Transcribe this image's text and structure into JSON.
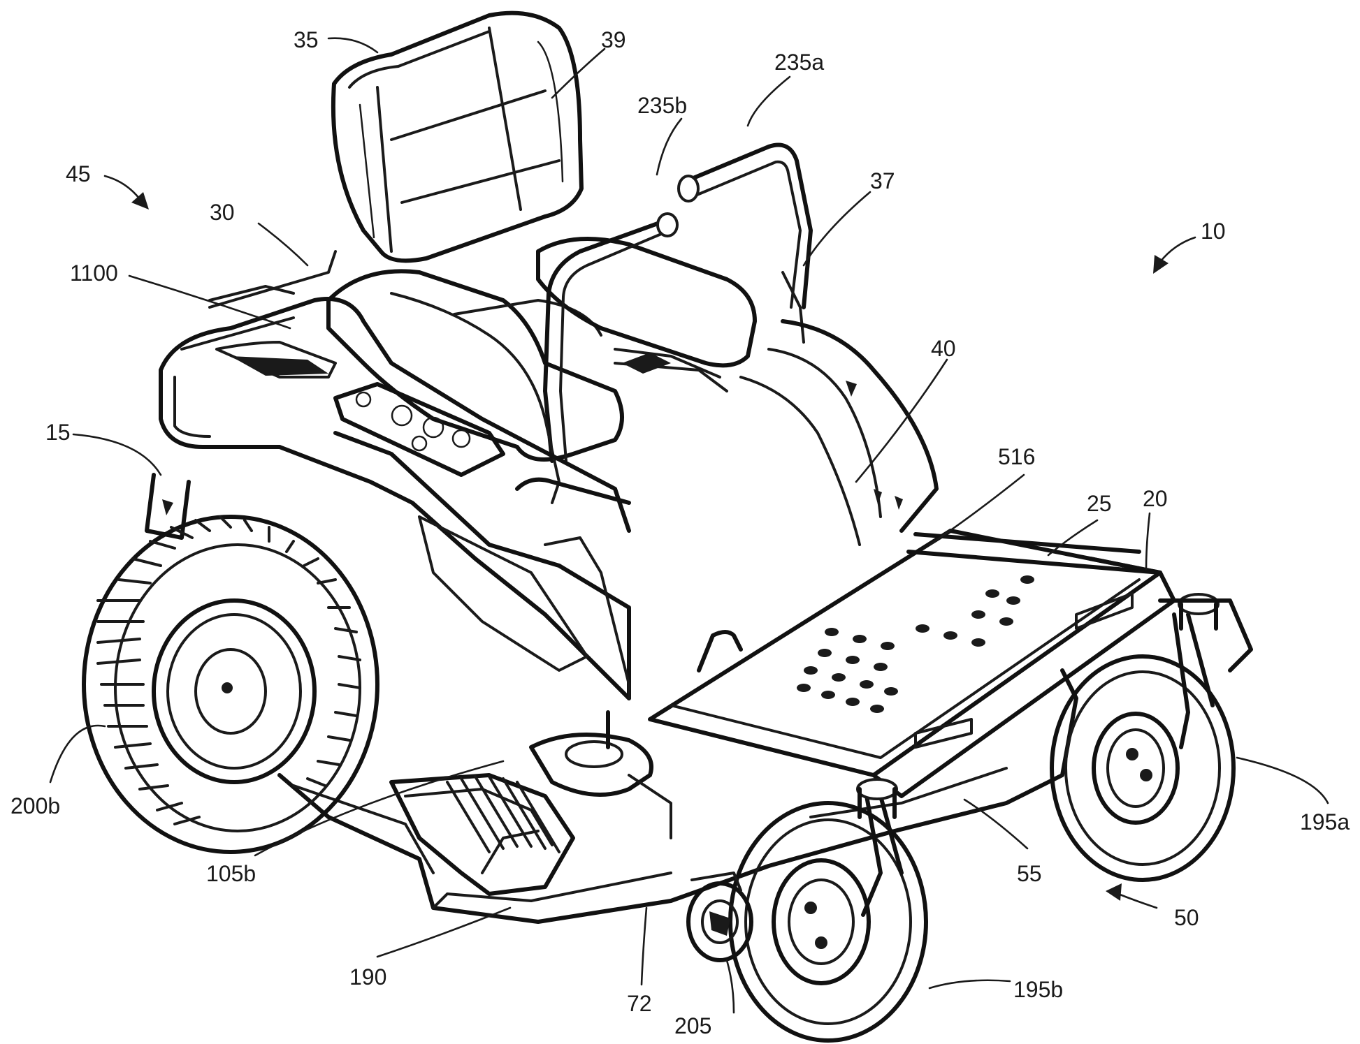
{
  "figure": {
    "labels": {
      "l35": "35",
      "l39": "39",
      "l235a": "235a",
      "l235b": "235b",
      "l45": "45",
      "l30": "30",
      "l37": "37",
      "l10": "10",
      "l1100": "1100",
      "l40": "40",
      "l15": "15",
      "l516": "516",
      "l25": "25",
      "l20": "20",
      "l200b": "200b",
      "l195a": "195a",
      "l105b": "105b",
      "l55": "55",
      "l50": "50",
      "l190": "190",
      "l72": "72",
      "l195b": "195b",
      "l205": "205"
    }
  }
}
